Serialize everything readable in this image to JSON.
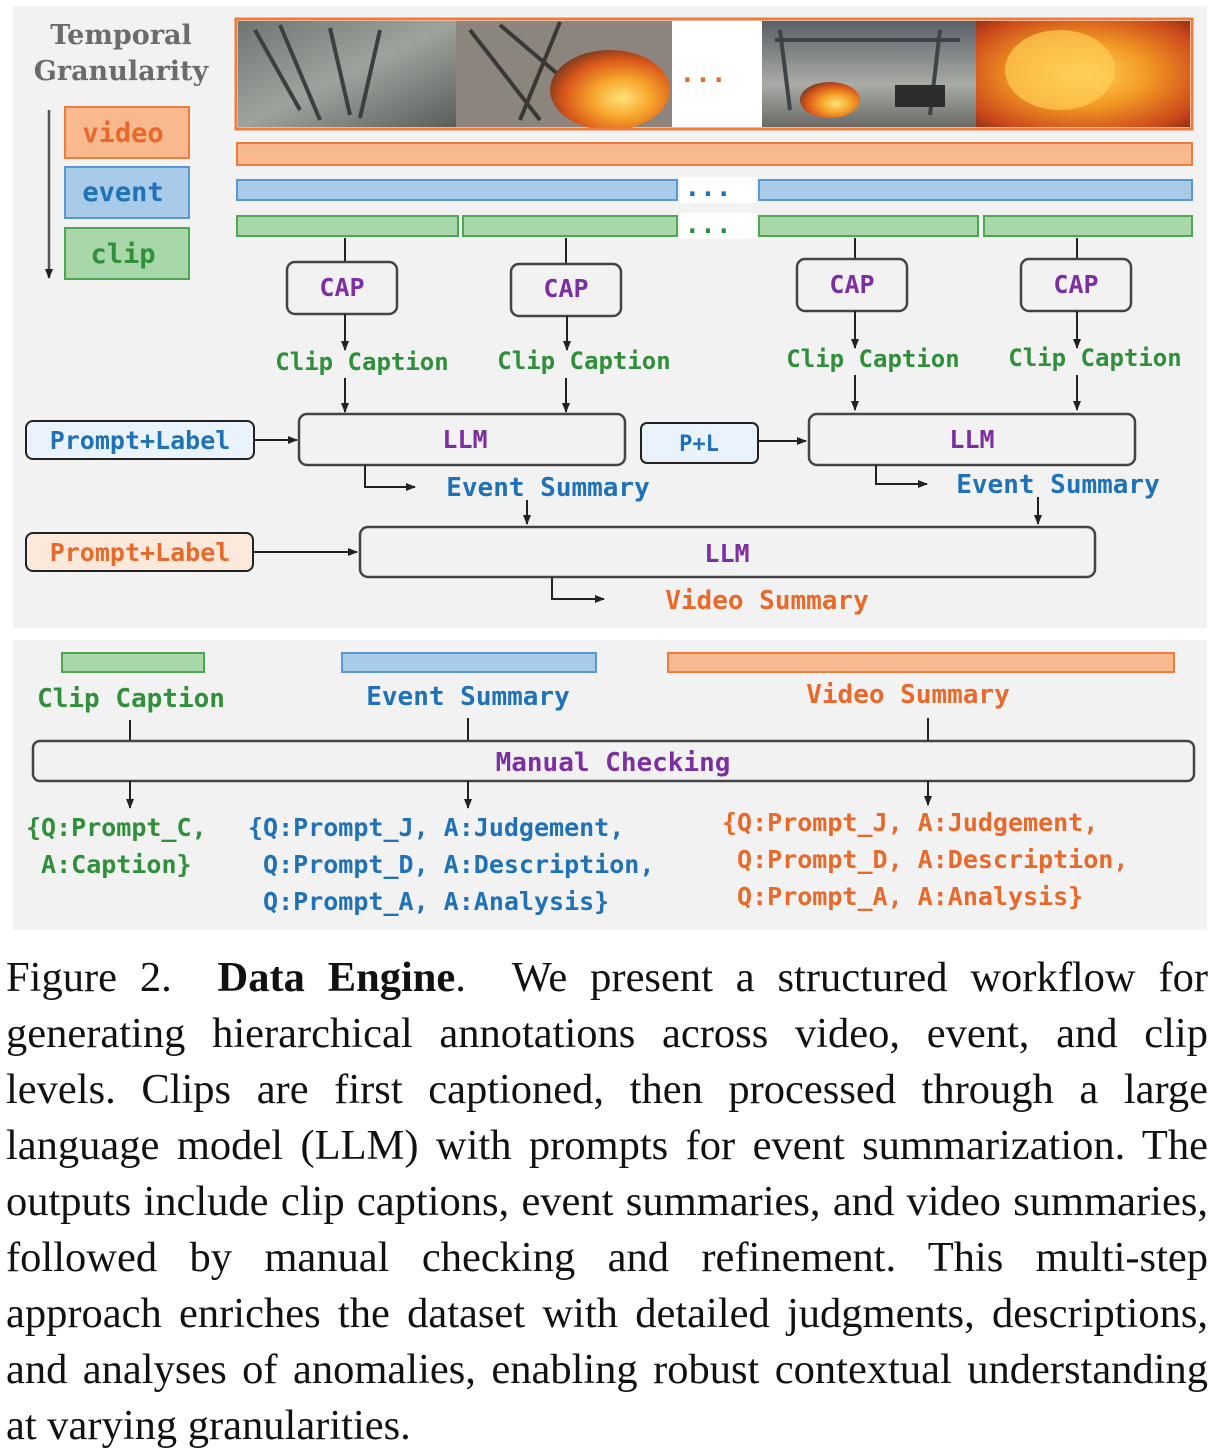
{
  "colors": {
    "orange_fill": "#f8b98e",
    "orange_stroke": "#ef7c3a",
    "orange_text": "#e8692a",
    "blue_fill": "#a9cbea",
    "blue_stroke": "#5b98cf",
    "blue_text": "#1f72b8",
    "green_fill": "#a8d8a9",
    "green_stroke": "#4ea653",
    "green_text": "#2f8f3a",
    "purple_text": "#7b2fa0",
    "panel_bg": "#f2f2f2"
  },
  "granularity": {
    "title_line1": "Temporal",
    "title_line2": "Granularity",
    "levels": [
      "video",
      "event",
      "clip"
    ]
  },
  "frames": {
    "ellipsis": "..."
  },
  "bars": {
    "ellipsis": "..."
  },
  "cap_label": "CAP",
  "clip_caption": "Clip Caption",
  "llm": "LLM",
  "prompt_label": "Prompt+Label",
  "pl_short": "P+L",
  "event_summary": "Event Summary",
  "video_summary": "Video Summary",
  "bottom": {
    "clip_caption": "Clip Caption",
    "event_summary": "Event Summary",
    "video_summary": "Video Summary",
    "manual_checking": "Manual Checking",
    "clip_qa": [
      "{Q:Prompt_C,",
      " A:Caption}"
    ],
    "event_qa": [
      "{Q:Prompt_J, A:Judgement,",
      " Q:Prompt_D, A:Description,",
      " Q:Prompt_A, A:Analysis}"
    ],
    "video_qa": [
      "{Q:Prompt_J, A:Judgement,",
      " Q:Prompt_D, A:Description,",
      " Q:Prompt_A, A:Analysis}"
    ]
  },
  "caption": {
    "figure_label": "Figure 2.",
    "bold_title": "Data Engine",
    "text": "We present a structured workflow for generating hierarchical annotations across video, event, and clip levels. Clips are first captioned, then processed through a large language model (LLM) with prompts for event summarization. The outputs include clip captions, event summaries, and video summaries, followed by manual checking and refinement. This multi-step approach enriches the dataset with detailed judgments, descriptions, and analyses of anomalies, enabling robust contextual understanding at varying granularities."
  }
}
